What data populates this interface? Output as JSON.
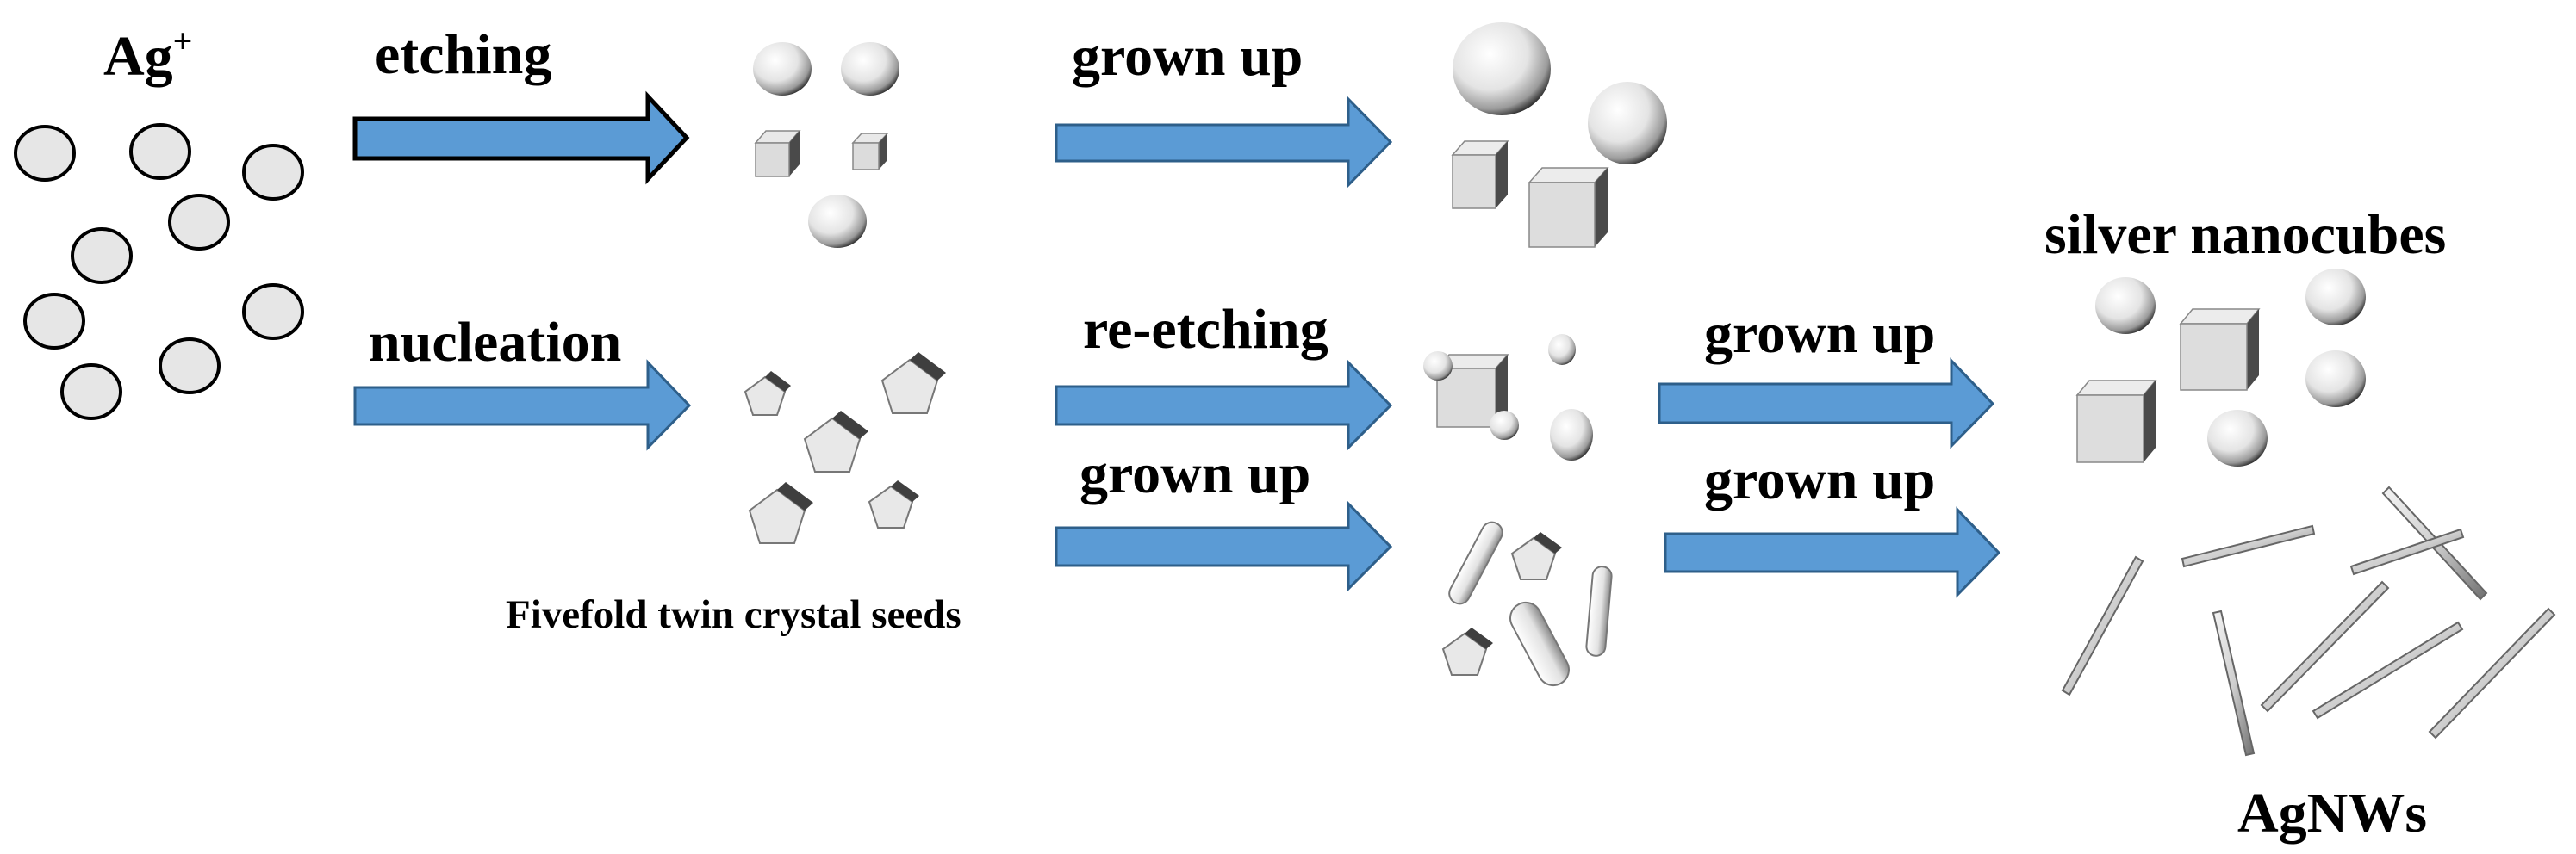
{
  "labels": {
    "ag_ion": "Ag",
    "ag_ion_charge": "+",
    "etching": "etching",
    "grown_up_1": "grown up",
    "nucleation": "nucleation",
    "re_etching": "re-etching",
    "grown_up_2": "grown up",
    "grown_up_3": "grown up",
    "grown_up_4": "grown up",
    "fivefold_seeds": "Fivefold twin crystal seeds",
    "silver_nanocubes": "silver nanocubes",
    "agnws": "AgNWs"
  },
  "colors": {
    "arrow_fill": "#5b9bd5",
    "arrow_stroke": "#2e5f8a",
    "ion_fill": "#e6e6e6",
    "shape_light": "#f2f2f2",
    "shape_dark": "#555555"
  }
}
